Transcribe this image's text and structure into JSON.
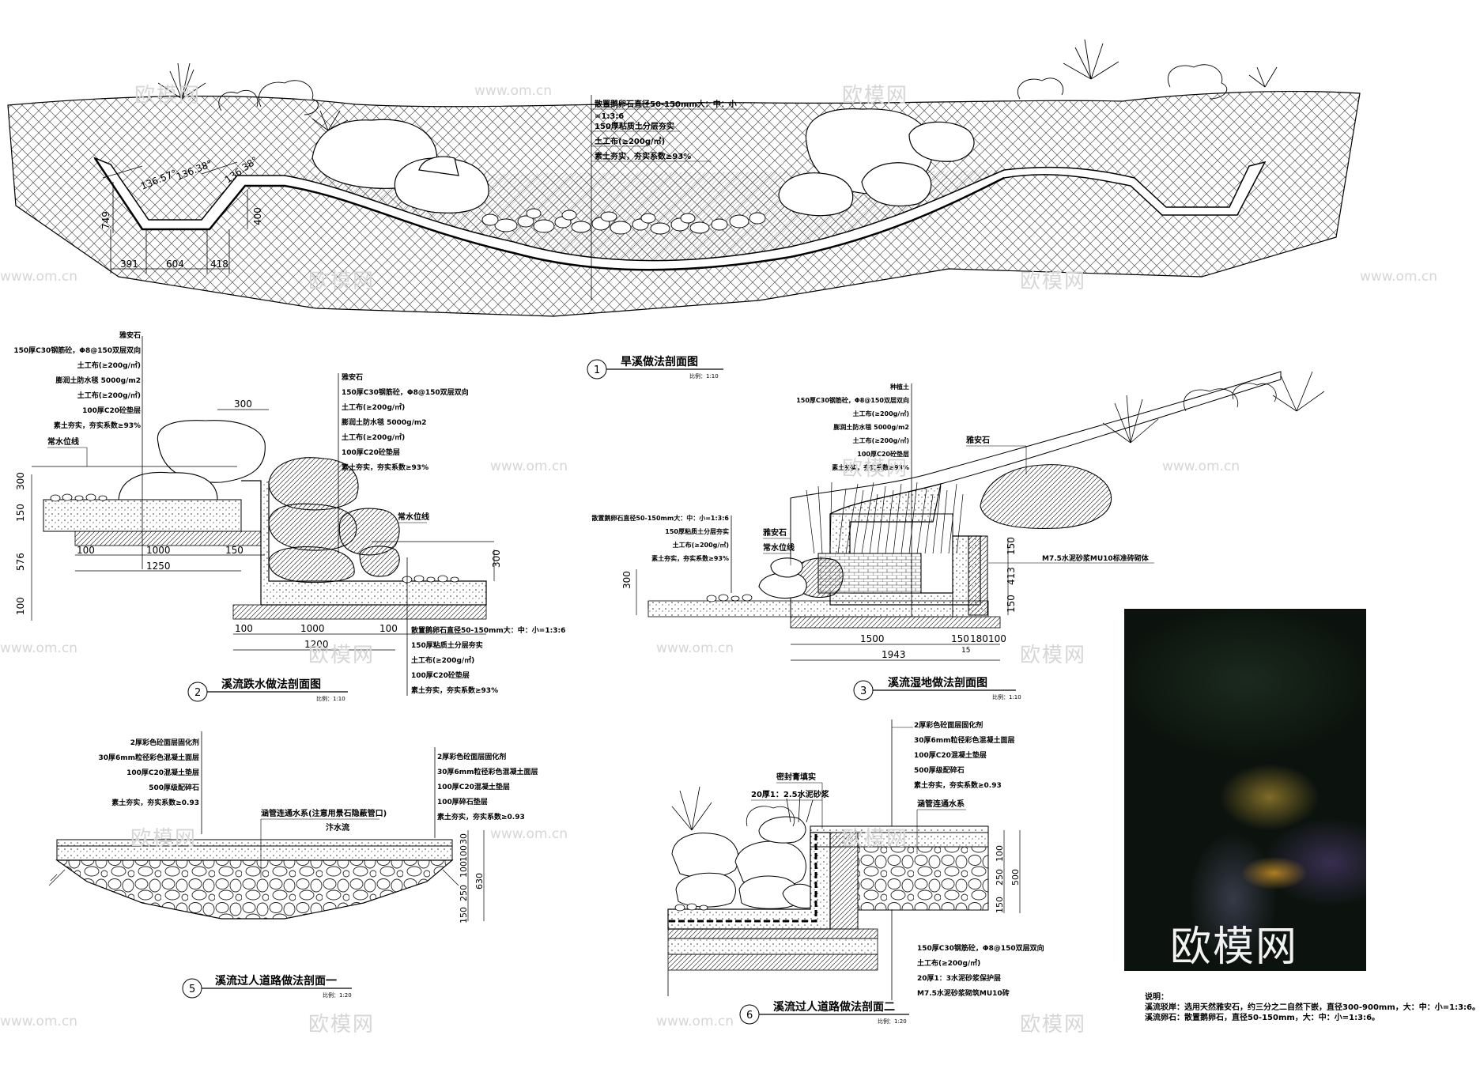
{
  "title_1": {
    "num": "1",
    "title": "旱溪做法剖面图",
    "scale": "比例：1:10"
  },
  "title_2": {
    "num": "2",
    "title": "溪流跌水做法剖面图",
    "scale": "比例：1:10"
  },
  "title_3": {
    "num": "3",
    "title": "溪流湿地做法剖面图",
    "scale": "比例：1:10"
  },
  "title_5": {
    "num": "5",
    "title": "溪流过人道路做法剖面一",
    "scale": "比例：1:20"
  },
  "title_6": {
    "num": "6",
    "title": "溪流过人道路做法剖面二",
    "scale": "比例：1:20"
  },
  "s1": {
    "callouts": [
      "散置鹅卵石直径50-150mm大：中：小",
      "=1:3:6",
      "150厚粘质土分层夯实",
      "土工布(≥200g/㎡)",
      "素土夯实，夯实系数≥93%"
    ],
    "dims": [
      "391",
      "604",
      "418",
      "749",
      "400",
      "136.57°",
      "136.38°",
      "136.38°"
    ]
  },
  "s2": {
    "callouts_left": [
      "雅安石",
      "150厚C30钢筋砼，Φ8@150双层双向",
      "土工布(≥200g/㎡)",
      "膨润土防水毯 5000g/m2",
      "土工布(≥200g/㎡)",
      "100厚C20砼垫层",
      "素土夯实，夯实系数≥93%"
    ],
    "callouts_right": [
      "雅安石",
      "150厚C30钢筋砼，Φ8@150双层双向",
      "土工布(≥200g/㎡)",
      "膨润土防水毯 5000g/m2",
      "土工布(≥200g/㎡)",
      "100厚C20砼垫层",
      "素土夯实，夯实系数≥93%"
    ],
    "callouts_bottom": [
      "散置鹅卵石直径50-150mm大：中：小=1:3:6",
      "150厚粘质土分层夯实",
      "土工布(≥200g/㎡)",
      "100厚C20砼垫层",
      "素土夯实，夯实系数≥93%"
    ],
    "water_line": "常水位线",
    "dims": [
      "300",
      "300",
      "150",
      "576",
      "100",
      "100",
      "1000",
      "150",
      "1250",
      "300",
      "100",
      "1000",
      "100",
      "1200"
    ]
  },
  "s3": {
    "callouts_top": [
      "种植土",
      "150厚C30钢筋砼，Φ8@150双层双向",
      "土工布(≥200g/㎡)",
      "膨润土防水毯 5000g/m2",
      "土工布(≥200g/㎡)",
      "100厚C20砼垫层",
      "素土夯实，夯实系数≥93%"
    ],
    "callouts_left": [
      "散置鹅卵石直径50-150mm大：中：小=1:3:6",
      "150厚粘质土分层夯实",
      "土工布(≥200g/㎡)",
      "素土夯实，夯实系数≥93%"
    ],
    "stone": "雅安石",
    "stone2": "雅安石",
    "water_line": "常水位线",
    "wall": "M7.5水泥砂浆MU10标准砖砌体",
    "dims": [
      "300",
      "150",
      "413",
      "150",
      "1500",
      "150",
      "180",
      "100",
      "1943",
      "15"
    ]
  },
  "s5": {
    "callouts_left": [
      "2厚彩色砼面层固化剂",
      "30厚6mm粒径彩色混凝土面层",
      "100厚C20混凝土垫层",
      "500厚级配碎石",
      "素土夯实，夯实系数≥0.93"
    ],
    "callouts_right": [
      "2厚彩色砼面层固化剂",
      "30厚6mm粒径彩色混凝土面层",
      "100厚C20混凝土垫层",
      "100厚碎石垫层",
      "素土夯实，夯实系数≥0.93"
    ],
    "pipe": "涵管连通水系(注意用景石隐蔽管口)",
    "water": "汴水流",
    "dims": [
      "30",
      "100",
      "100",
      "250",
      "150",
      "630"
    ]
  },
  "s6": {
    "callouts_top": [
      "2厚彩色砼面层固化剂",
      "30厚6mm粒径彩色混凝土面层",
      "100厚C20混凝土垫层",
      "500厚级配碎石",
      "素土夯实，夯实系数≥0.93"
    ],
    "seal": "密封膏填实",
    "mortar": "20厚1：2.5水泥砂浆",
    "pipe": "涵管连通水系",
    "callouts_bottom": [
      "150厚C30钢筋砼，Φ8@150双层双向",
      "土工布(≥200g/㎡)",
      "20厚1：3水泥砂浆保护层",
      "M7.5水泥砂浆砌筑MU10砖"
    ],
    "dims": [
      "100",
      "250",
      "150",
      "500"
    ]
  },
  "notes": {
    "title": "说明：",
    "line1": "溪流驳岸：选用天然雅安石，约三分之二自然下嵌，直径300-900mm，大：中：小=1:3:6。",
    "line2": "溪流卵石：散置鹅卵石，直径50-150mm，大：中：小=1:3:6。"
  },
  "watermarks": {
    "brand": "欧模网",
    "url": "www.om.cn"
  },
  "photo_watermark": "欧模网"
}
